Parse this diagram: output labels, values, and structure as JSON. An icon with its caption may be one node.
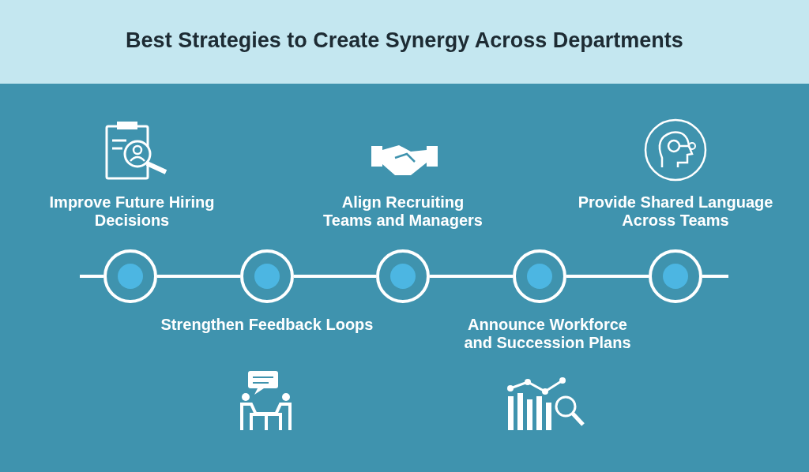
{
  "diagram": {
    "title": "Best Strategies to Create Synergy Across Departments",
    "nodes": [
      {
        "text": [],
        "shape": "circle",
        "beside": [
          "Improve Future Hiring Decisions"
        ]
      },
      {
        "text": [],
        "shape": "circle",
        "beside": [
          "Strengthen Feedback Loops"
        ]
      },
      {
        "text": [],
        "shape": "circle",
        "beside": [
          "Align Recruiting Teams and Managers"
        ]
      },
      {
        "text": [],
        "shape": "circle",
        "beside": [
          "Announce Workforce and Succession Plans"
        ]
      },
      {
        "text": [],
        "shape": "circle",
        "beside": [
          "Provide Shared Language Across Teams"
        ]
      }
    ],
    "edges": [
      {
        "from": null,
        "to": 0,
        "arrow": "none"
      },
      {
        "from": 0,
        "to": 1,
        "arrow": "none"
      },
      {
        "from": 1,
        "to": 2,
        "arrow": "none"
      },
      {
        "from": 2,
        "to": 3,
        "arrow": "none"
      },
      {
        "from": 3,
        "to": 4,
        "arrow": "none"
      },
      {
        "from": 4,
        "to": null,
        "arrow": "none"
      }
    ]
  }
}
